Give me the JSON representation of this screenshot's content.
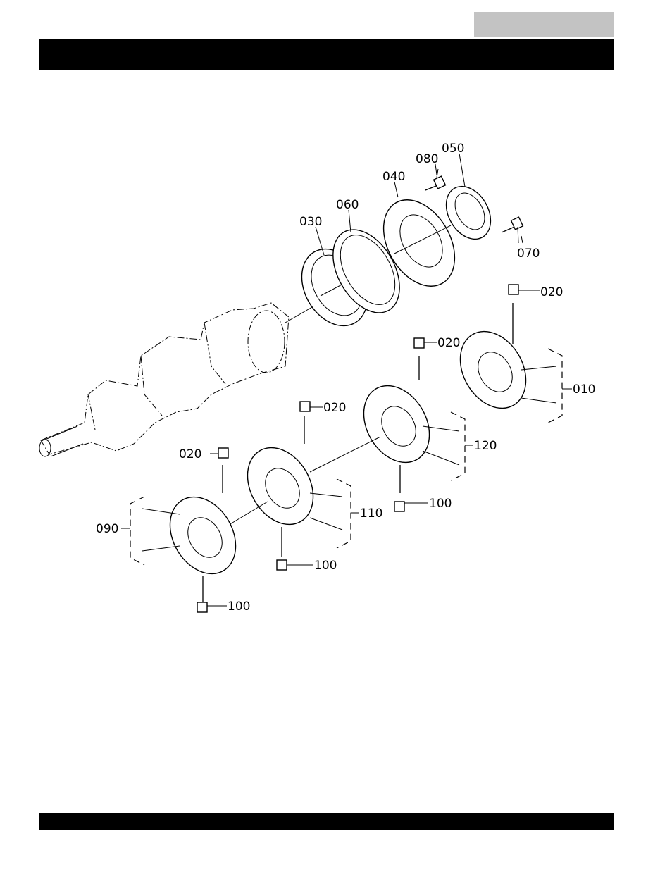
{
  "callouts": {
    "c010": "010",
    "c020a": "020",
    "c020b": "020",
    "c020c": "020",
    "c020d": "020",
    "c030": "030",
    "c040": "040",
    "c050": "050",
    "c060": "060",
    "c070": "070",
    "c080": "080",
    "c090": "090",
    "c100a": "100",
    "c100b": "100",
    "c100c": "100",
    "c110": "110",
    "c120": "120"
  }
}
